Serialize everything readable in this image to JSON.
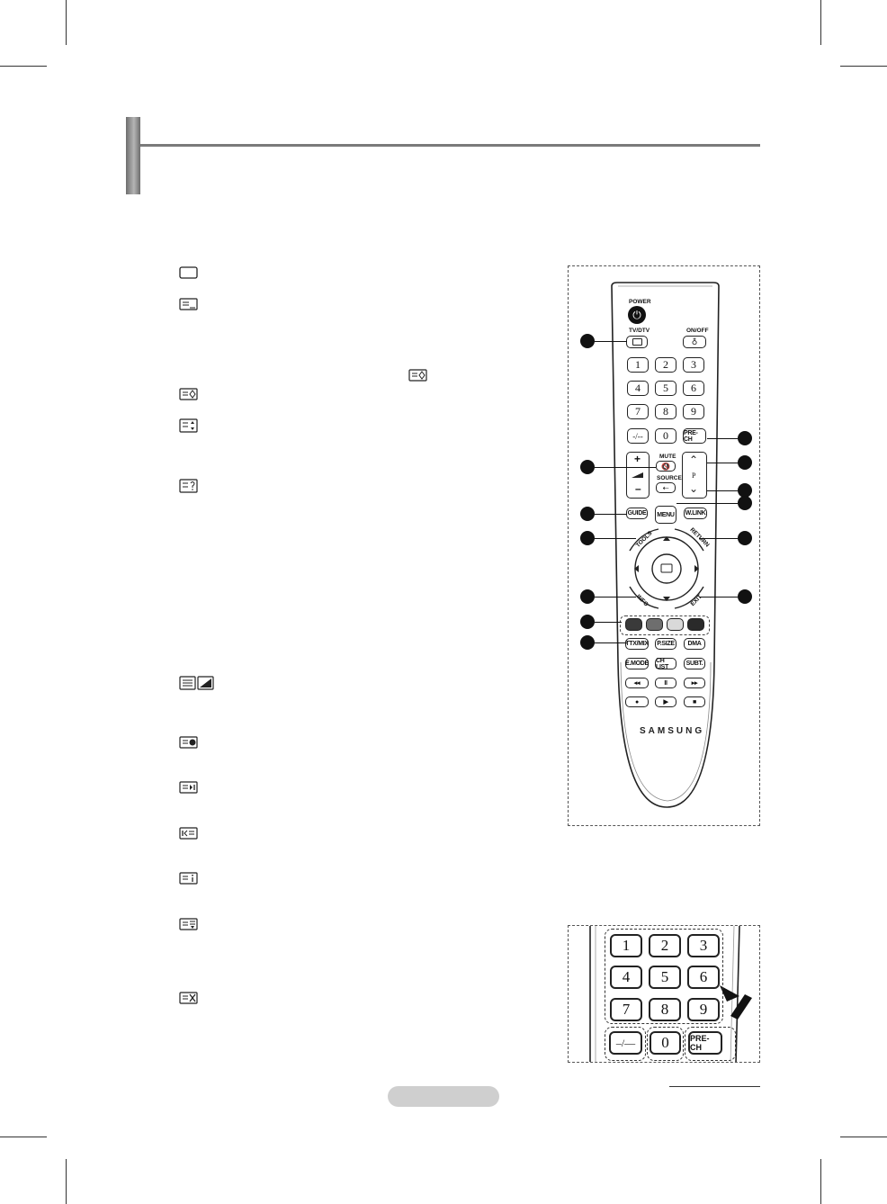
{
  "remote": {
    "power_label": "POWER",
    "tv_dtv_label": "TV/DTV",
    "on_off_label": "ON/OFF",
    "digits": [
      "1",
      "2",
      "3",
      "4",
      "5",
      "6",
      "7",
      "8",
      "9"
    ],
    "dash_label": "-/--",
    "zero_label": "0",
    "prech_label": "PRE-CH",
    "mute_label": "MUTE",
    "source_label": "SOURCE",
    "p_label": "P",
    "plus_label": "+",
    "minus_label": "–",
    "guide_label": "GUIDE",
    "menu_label": "MENU",
    "wlink_label": "W.LINK",
    "tools_label": "TOOLS",
    "return_label": "RETURN",
    "info_label": "INFO",
    "exit_label": "EXIT",
    "ttmix_label": "TTX/MIX",
    "psize_label": "P.SIZE",
    "dma_label": "DMA",
    "emode_label": "E.MODE",
    "chlist_label": "CH LIST",
    "subt_label": "SUBT.",
    "rew_label": "◂◂",
    "pause_label": "II",
    "ff_label": "▸▸",
    "rec_label": "●",
    "play_label": "▶",
    "stop_label": "■",
    "brand": "SAMSUNG",
    "color_keys": [
      "#3a3a3a",
      "#6e6e6e",
      "#d9d9d9",
      "#2a2a2a"
    ]
  },
  "zoom": {
    "digits": [
      "1",
      "2",
      "3",
      "4",
      "5",
      "6",
      "7",
      "8",
      "9"
    ],
    "dash_label": "–/––",
    "zero_label": "0",
    "prech_label": "PRE-CH"
  },
  "icons": [
    "tv-icon",
    "teletext-display-icon",
    "reveal-icon",
    "reveal-icon",
    "size-icon",
    "hold-icon",
    "teletext-mix-icon",
    "store-icon",
    "index-icon",
    "sub-page-icon",
    "page-up-icon",
    "page-down-icon",
    "cancel-icon"
  ]
}
